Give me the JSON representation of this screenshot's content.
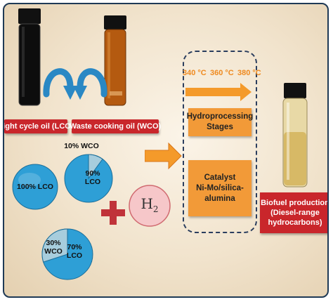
{
  "labels": {
    "lco": "Light cycle oil (LCO)",
    "wco": "Waste cooking oil (WCO)"
  },
  "pies": {
    "p100": {
      "line1": "100% LCO",
      "wco_fraction": 0.0
    },
    "p90": {
      "outside": "10% WCO",
      "inside1": "90%",
      "inside2": "LCO",
      "wco_fraction": 0.1
    },
    "p70": {
      "left1": "30%",
      "left2": "WCO",
      "right1": "70%",
      "right2": "LCO",
      "wco_fraction": 0.3
    }
  },
  "h2": {
    "letter": "H",
    "sub": "2"
  },
  "temps": [
    "340 °C",
    "360 °C",
    "380 °C"
  ],
  "stage_box": {
    "line1": "Hydroprocessing",
    "line2": "Stages"
  },
  "catalyst_box": {
    "line1": "Catalyst",
    "line2": "Ni-Mo/silica-",
    "line3": "alumina"
  },
  "product": {
    "line1": "Biofuel production",
    "line2": "(Diesel-range",
    "line3": "hydrocarbons)"
  },
  "colors": {
    "pie_blue": "#2e9fd6",
    "pie_light": "#a7cddd",
    "red": "#c9262b",
    "orange": "#f29a38",
    "arrow_orange": "#f49a2a",
    "h2_fill": "#f6c7c9"
  }
}
